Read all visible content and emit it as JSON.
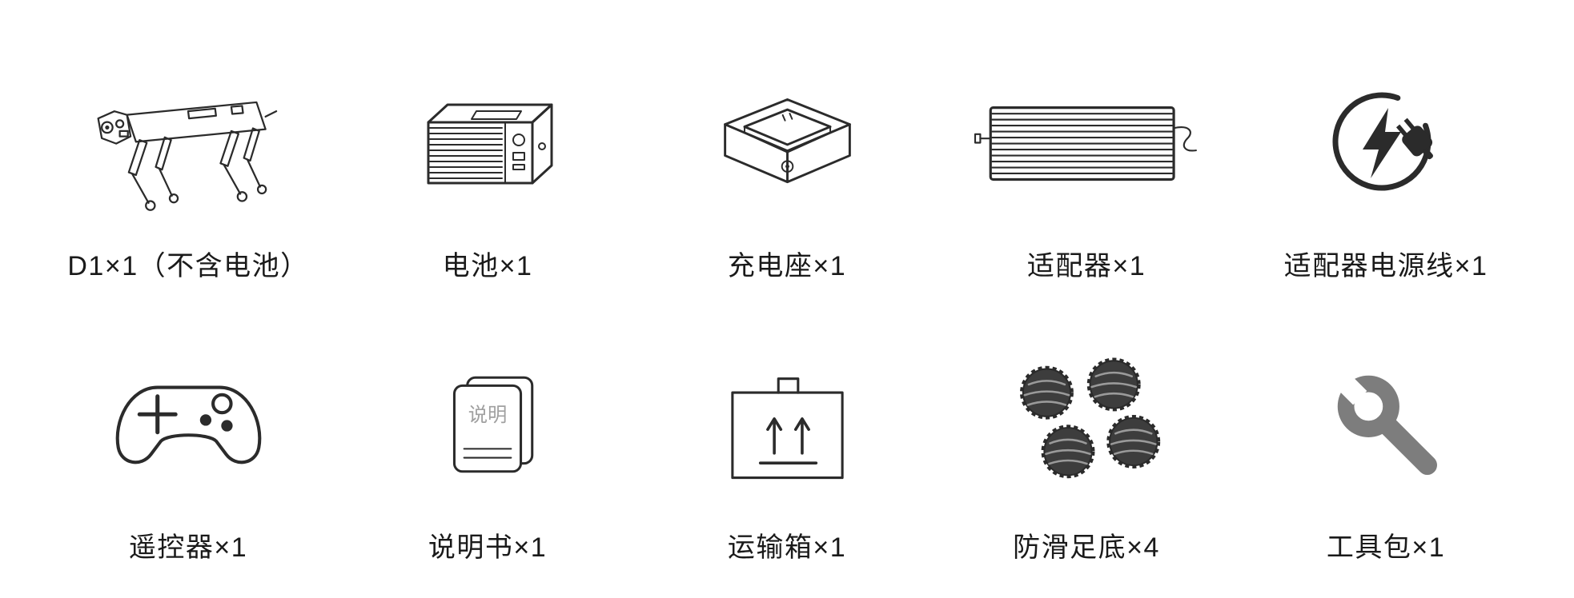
{
  "page": {
    "background": "#ffffff"
  },
  "colors": {
    "ink": "#2b2b2b",
    "label_ink": "#1a1a1a",
    "tool_gray": "#7d7d7d",
    "pad_dark": "#3d3d3d",
    "cover_text": "#a0a0a0"
  },
  "items": [
    {
      "id": "robot-dog",
      "label": "D1×1（不含电池）",
      "icon": "robot-dog-icon",
      "quantity": 1
    },
    {
      "id": "battery",
      "label": "电池×1",
      "icon": "battery-icon",
      "quantity": 1
    },
    {
      "id": "charging-dock",
      "label": "充电座×1",
      "icon": "charging-dock-icon",
      "quantity": 1
    },
    {
      "id": "power-adapter",
      "label": "适配器×1",
      "icon": "power-adapter-icon",
      "quantity": 1
    },
    {
      "id": "adapter-cord",
      "label": "适配器电源线×1",
      "icon": "power-cord-icon",
      "quantity": 1
    },
    {
      "id": "remote",
      "label": "遥控器×1",
      "icon": "remote-controller-icon",
      "quantity": 1
    },
    {
      "id": "manual",
      "label": "说明书×1",
      "icon": "user-manual-icon",
      "quantity": 1,
      "manual_cover_text": "说明"
    },
    {
      "id": "transport-box",
      "label": "运输箱×1",
      "icon": "transport-box-icon",
      "quantity": 1
    },
    {
      "id": "foot-pads",
      "label": "防滑足底×4",
      "icon": "foot-pads-icon",
      "quantity": 4
    },
    {
      "id": "tool-kit",
      "label": "工具包×1",
      "icon": "tool-kit-icon",
      "quantity": 1
    }
  ]
}
